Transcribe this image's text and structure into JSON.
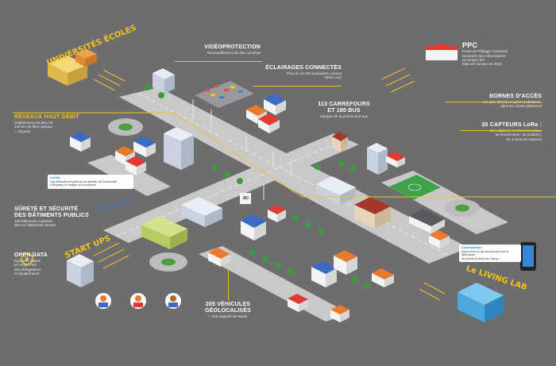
{
  "labels": {
    "universites": "UNIVERSITÉS ÉCOLES",
    "video_title": "VIDÉOPROTECTION",
    "video_sub": "Renouvellement de 284 caméras",
    "eclairage_title": "ÉCLAIRAGES CONNECTÉS",
    "eclairage_sub": "Plus de 34 000 luminaires connus\n100% LED",
    "ppc_title": "PPC",
    "ppc_sub": "Poste de Pilotage Connecté\nremontée des informations\nen temps réel\nMise en service en 2019",
    "reseaux_title": "RÉSEAUX HAUT DÉBIT",
    "reseaux_sub": "Déploiement de plus de\n140 km de fibre optique\n+ Citywan",
    "carrefours_title": "113 CARREFOURS\nET 180 BUS",
    "carrefours_sub": "équipés de la priorité bus bus",
    "bornes_title": "BORNES D'ACCÈS",
    "bornes_sub": "24 sites filtrants et gérés à distance,\ndans les zones piétonnes",
    "capteurs_title": "20 CAPTEURS LoRa :",
    "capteurs_sub": "des capteurs environnementaux\nde température, de pollution,\nde nuisances sonores",
    "surete_title": "SÛRETÉ ET SÉCURITÉ\nDES BÂTIMENTS PUBLICS",
    "surete_sub": "180 bâtiments exploités\ndont 11 bâtiments sensés",
    "opendata_title": "OPEN DATA",
    "opendata_sub": "Données fiables\nen temps réel\ndes délégataires\net équipements",
    "startups": "START UPS",
    "vehicules_title": "205 VÉHICULES\nGÉOLOCALISÉS",
    "vehicules_sub": "+ 150 équipés de Radio",
    "living_lab": "Le LIVING LAB",
    "jei": "JEI"
  },
  "tweets": {
    "left": {
      "user": "Lifeline",
      "text": "Les véhicules et piétons du quartier de l'université\nà Mopass on mappe et s'connecte"
    },
    "right": {
      "user": "Commuteflow",
      "text": "Avez-vous vu de nos pannes sur la Métropole\nen panne et alors de Living ?"
    }
  },
  "colors": {
    "background": "#6d6d70",
    "road": "#c9c9cc",
    "accent": "#f2c21b",
    "pavement": "#a7a7ab"
  }
}
